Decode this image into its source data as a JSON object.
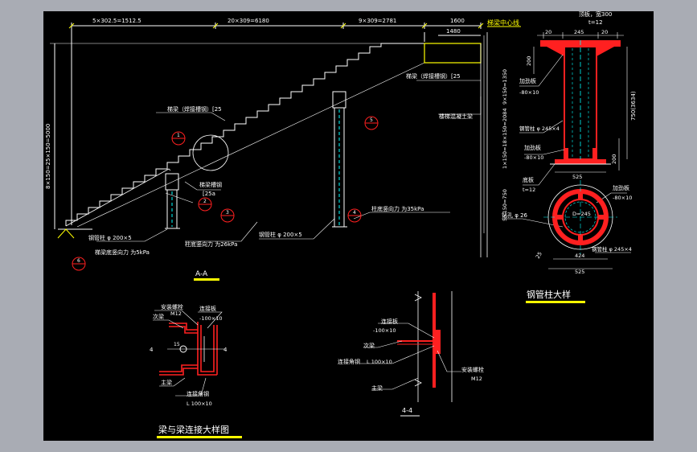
{
  "drawing": {
    "bg": "#000000",
    "frame_bg": "#a9acb4",
    "colors": {
      "yellow": "#ffff00",
      "white": "#ffffff",
      "red": "#ff2020",
      "cyan": "#00ffff",
      "green": "#00ff00"
    }
  },
  "section_aa": {
    "dims": {
      "top1": "5×302.5=1512.5",
      "top2": "20×309=6180",
      "top3": "9×309=2781",
      "top4": "1600",
      "top5": "1480",
      "left_v": "8×150=25×150=5000",
      "right_v1": "9×150=1350",
      "right_v2": "1×150=18×150=2084",
      "right_v3": "5×150=750"
    },
    "labels": {
      "beam_center": "梯梁中心线",
      "stair_beam1": "梯梁（焊接槽钢）[25",
      "stair_beam2": "梯梁（焊接槽钢）[25",
      "stair_beam3": "梯梁槽钢",
      "stair_beam3b": "[25a",
      "landing": "楼梯混凝土梁",
      "steel_col1": "钢管柱 φ 200×5",
      "steel_col2": "钢管柱 φ 200×5",
      "base_force1": "梯梁底竖向力 为5kPa",
      "base_force2": "柱底竖向力 为26kPa",
      "base_force3": "柱底竖向力 为35kPa"
    },
    "bubbles": [
      "1",
      "2",
      "3",
      "4",
      "5",
      "6"
    ],
    "title": "A-A"
  },
  "column_detail": {
    "dims": {
      "d20a": "20",
      "d245": "245",
      "d20b": "20",
      "d200a": "200",
      "d200b": "200",
      "d525a": "525",
      "d750": "750(3634)",
      "d424": "424",
      "d525b": "525",
      "d25": "25"
    },
    "labels": {
      "cap_plate": "顶板，宽300",
      "cap_t": "t=12",
      "stiff1": "加劲板",
      "stiff1_size": "-80×10",
      "pipe1": "钢管柱 φ 245×4",
      "stiff2": "加劲板",
      "stiff2_size": "-80×10",
      "base_plate": "底板",
      "base_t": "t=12",
      "stiff3": "加劲板",
      "stiff3_size": "-80×10",
      "bolt_hole": "钻孔 φ 26",
      "circle_d": "D=245",
      "pipe2": "钢管柱 φ 245×4"
    },
    "title": "钢管柱大样"
  },
  "beam_conn": {
    "labels": {
      "bolt": "安装螺栓",
      "bolt_spec": "M12",
      "plate": "连接板",
      "plate_size": "-100×10",
      "sub_beam": "次梁",
      "num4a": "4",
      "num4b": "4",
      "angle": "连接角钢",
      "angle_size": "L 100×10",
      "main_beam": "主梁",
      "num15": "15"
    },
    "title": "梁与梁连接大样图"
  },
  "section_44": {
    "labels": {
      "plate": "连接板",
      "plate_size": "-100×10",
      "sub_beam": "次梁",
      "angle": "连接角钢",
      "angle_size": "L 100×10",
      "bolt": "安装螺栓",
      "bolt_spec": "M12",
      "main_beam": "主梁"
    },
    "title": "4-4"
  }
}
